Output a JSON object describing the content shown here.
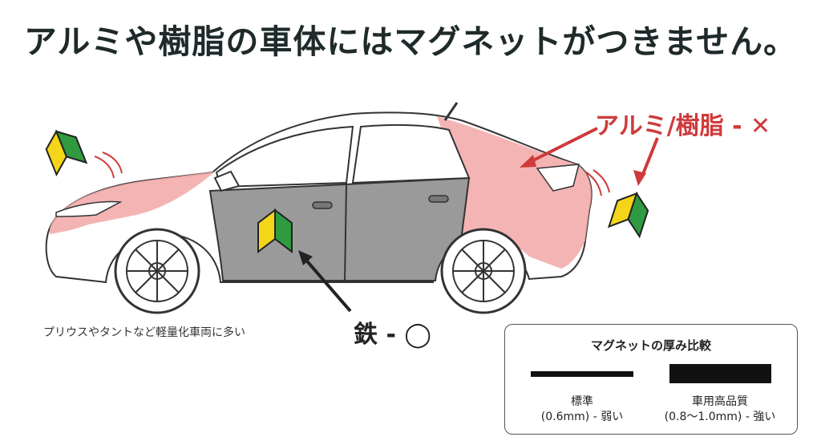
{
  "title": "アルミや樹脂の車体にはマグネットがつきません。",
  "labels": {
    "aluminum_resin": "アルミ/樹脂 - ✕",
    "iron": "鉄 - ◯",
    "caption": "プリウスやタントなど軽量化車両に多い"
  },
  "legend": {
    "title": "マグネットの厚み比較",
    "standard": {
      "name": "標準",
      "spec": "(0.6mm) - 弱い"
    },
    "premium": {
      "name": "車用高品質",
      "spec": "(0.8〜1.0mm) - 強い"
    }
  },
  "colors": {
    "red_accent": "#cf3a3a",
    "red_zone": "#f2a7a7",
    "iron_zone": "#999999",
    "mark_green": "#2f9a3f",
    "mark_yellow": "#f3d51a"
  }
}
